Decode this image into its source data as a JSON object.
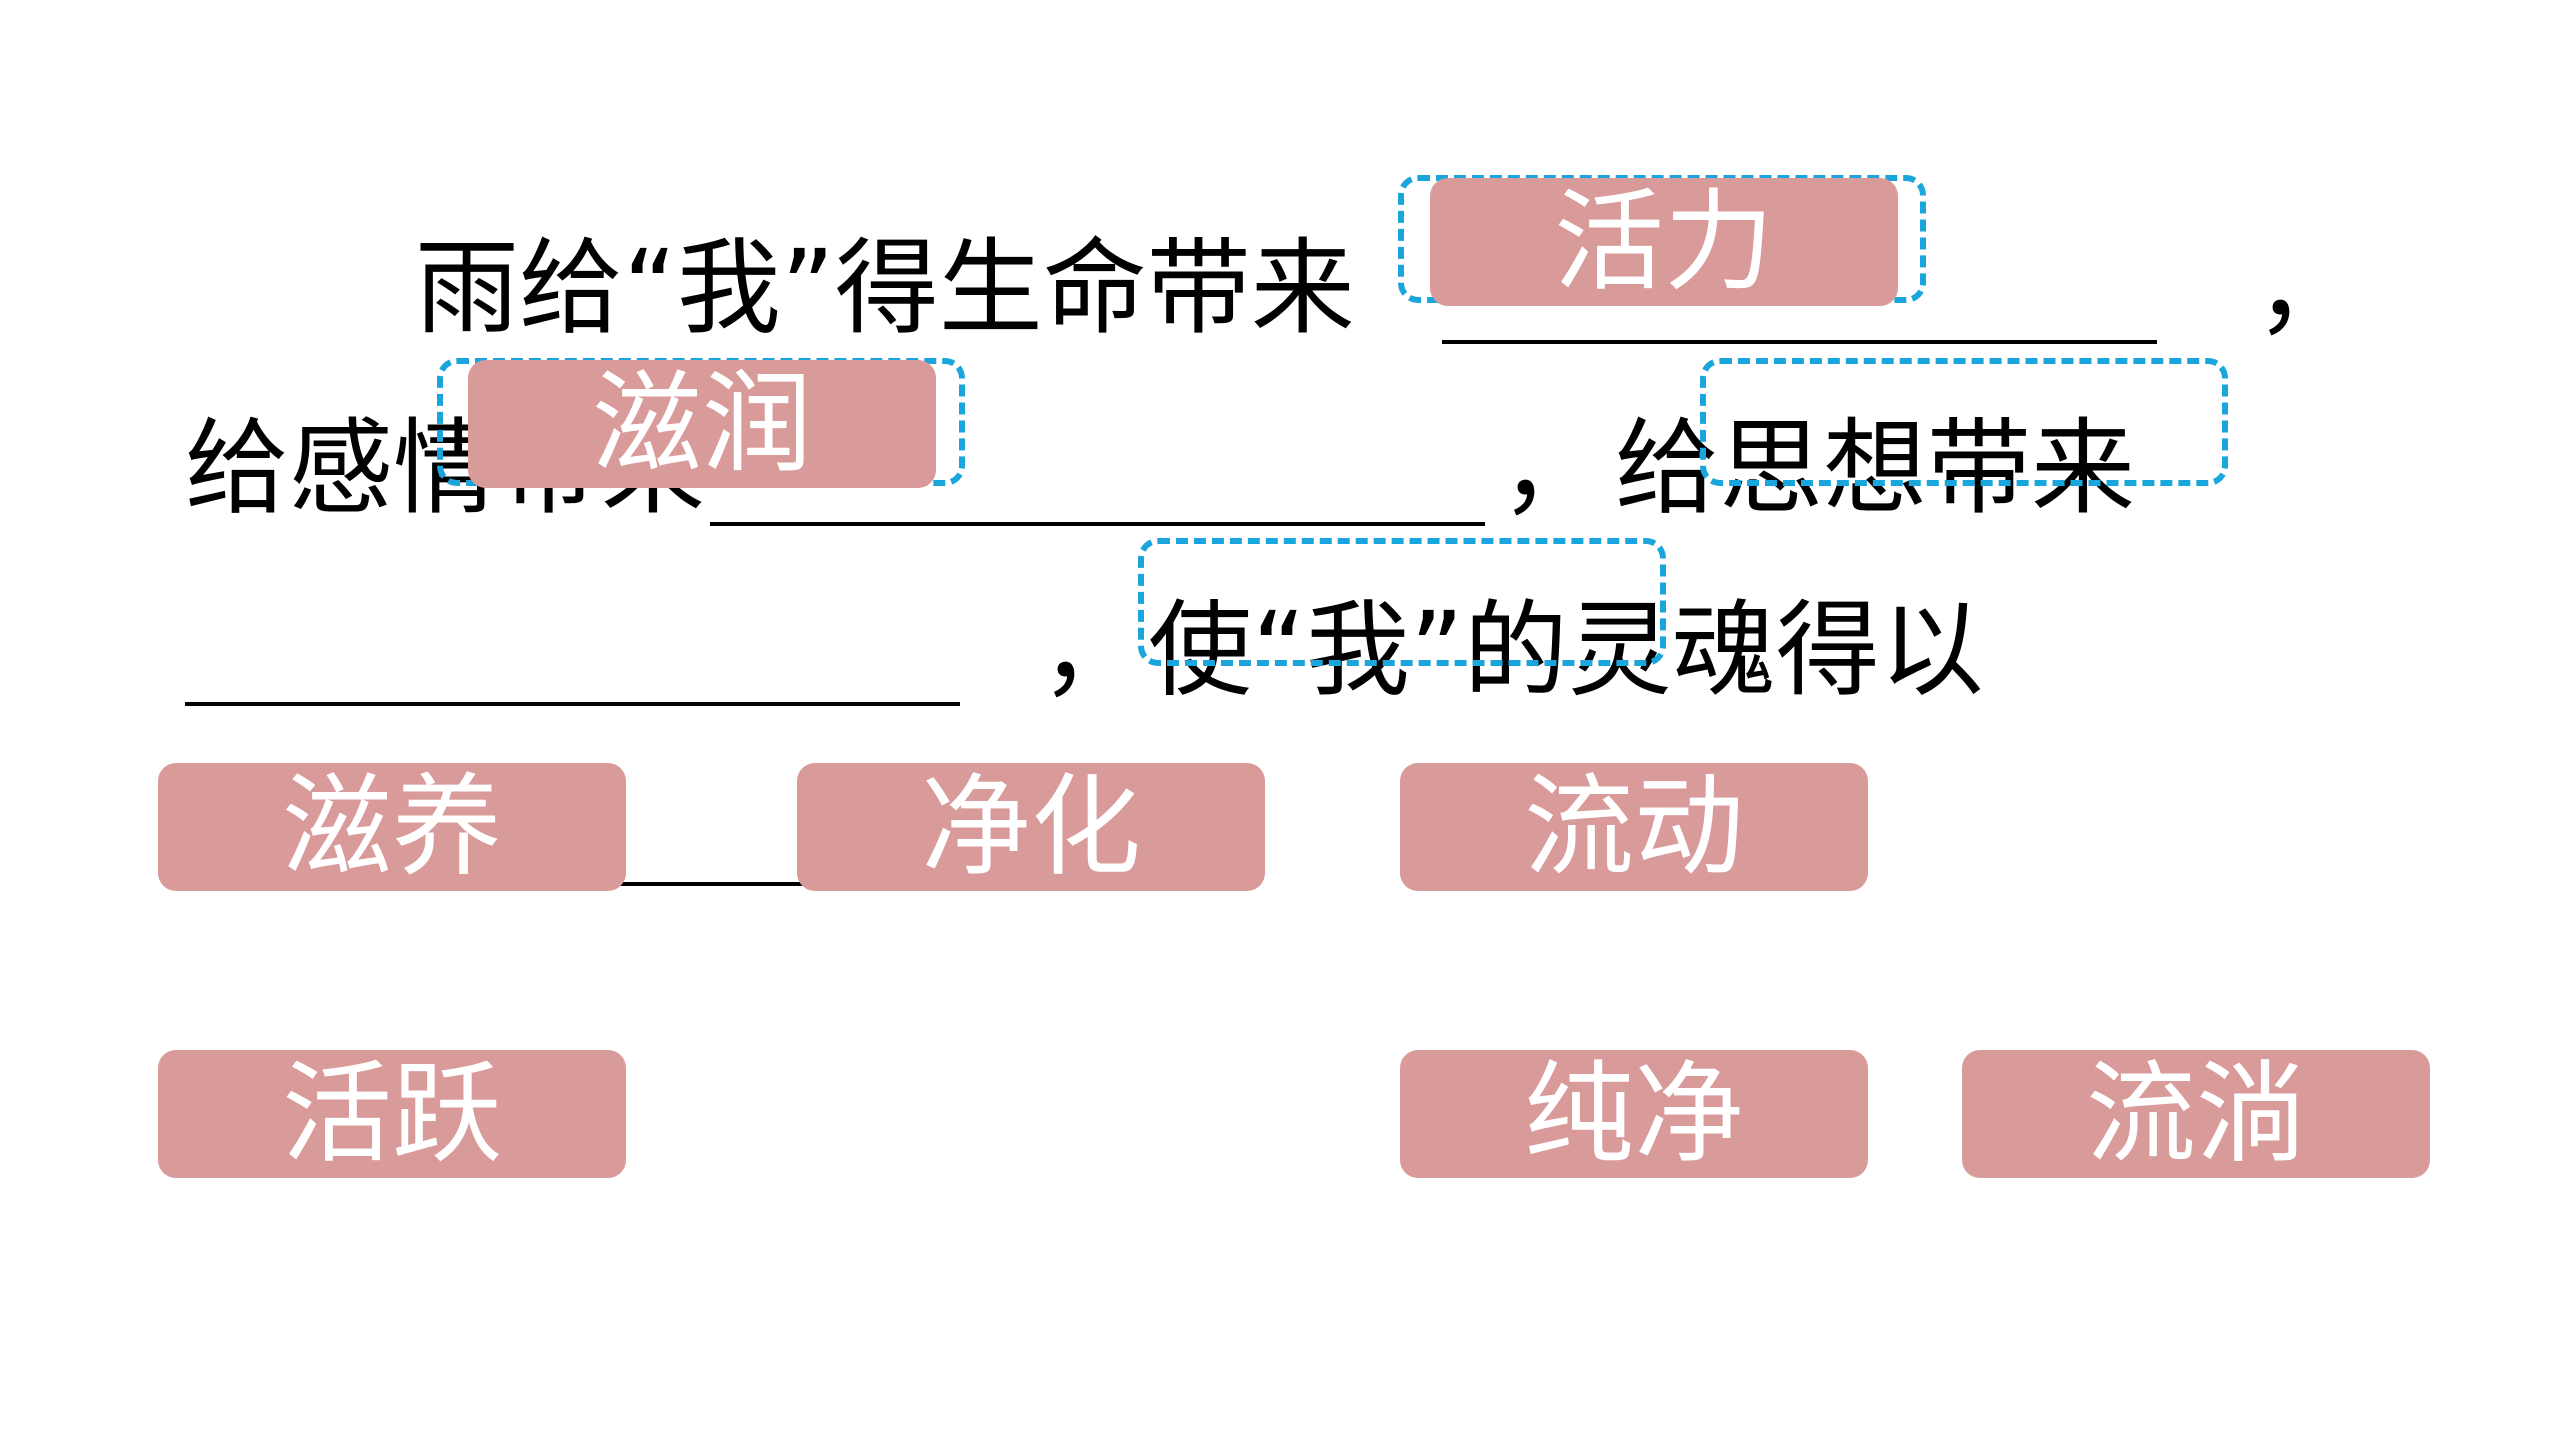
{
  "sentence": {
    "line1": "雨给“我”得生命带来",
    "comma1": "，",
    "line2a": "给感情带来",
    "comma2": "，",
    "line2b": "给思想带来",
    "comma3": "，",
    "line3b": "使“我”的灵魂得以",
    "period": "。"
  },
  "placed_words": {
    "slot1": "活力",
    "slot2": "滋润"
  },
  "word_bank": [
    "滋养",
    "净化",
    "流动",
    "活跃",
    "纯净",
    "流淌"
  ],
  "colors": {
    "chip": "#d99a9a",
    "chip_text": "#ffffff",
    "drop_border": "#1aa6dc"
  }
}
